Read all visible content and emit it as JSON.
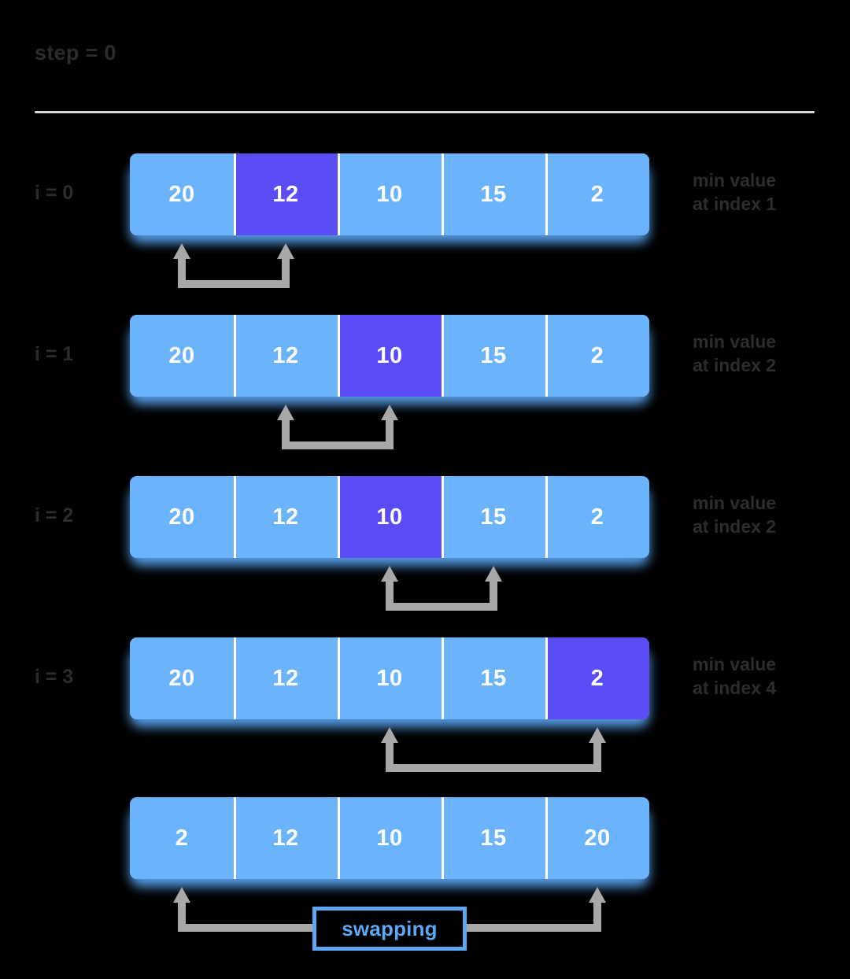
{
  "header": {
    "step_label": "step = 0"
  },
  "colors": {
    "background": "#000000",
    "cell": "#6bb4fc",
    "cell_highlight": "#5a4df5",
    "cell_text": "#ffffff",
    "cell_divider": "#ffffff",
    "shadow": "#59a2ef",
    "label_text": "#2c2c2c",
    "divider_line": "#d9d9d9",
    "arrow": "#a8a8a8",
    "badge_border": "#5ba8f5",
    "badge_text": "#5ba8f5"
  },
  "rows": [
    {
      "index_label": "i = 0",
      "values": [
        "20",
        "12",
        "10",
        "15",
        "2"
      ],
      "highlight_index": 1,
      "note_line1": "min value",
      "note_line2": "at index 1",
      "arrow_from": 0,
      "arrow_to": 1
    },
    {
      "index_label": "i = 1",
      "values": [
        "20",
        "12",
        "10",
        "15",
        "2"
      ],
      "highlight_index": 2,
      "note_line1": "min value",
      "note_line2": "at index 2",
      "arrow_from": 1,
      "arrow_to": 2
    },
    {
      "index_label": "i = 2",
      "values": [
        "20",
        "12",
        "10",
        "15",
        "2"
      ],
      "highlight_index": 2,
      "note_line1": "min value",
      "note_line2": "at index 2",
      "arrow_from": 2,
      "arrow_to": 3
    },
    {
      "index_label": "i = 3",
      "values": [
        "20",
        "12",
        "10",
        "15",
        "2"
      ],
      "highlight_index": 4,
      "note_line1": "min value",
      "note_line2": "at index 4",
      "arrow_from": 2,
      "arrow_to": 4
    },
    {
      "index_label": "",
      "values": [
        "2",
        "12",
        "10",
        "15",
        "20"
      ],
      "highlight_index": -1,
      "note_line1": "",
      "note_line2": "",
      "arrow_from": 0,
      "arrow_to": 4,
      "badge_label": "swapping"
    }
  ]
}
